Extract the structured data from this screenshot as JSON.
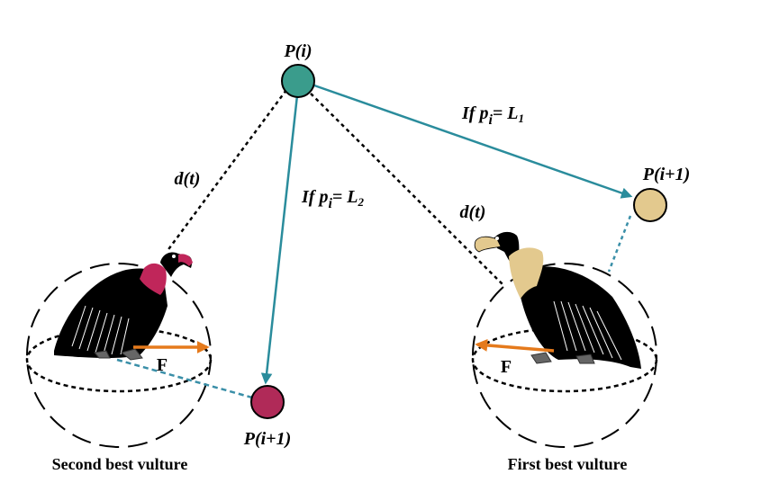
{
  "diagram": {
    "title": "African vulture position update diagram",
    "colors": {
      "teal": "#2a8c9c",
      "node_current": "#3a9c8c",
      "node_next_first": "#e3c98e",
      "node_next_second": "#b02a58",
      "force_arrow": "#e57a1c",
      "dotted_line": "#000000",
      "link_dashed": "#3a8fa8"
    },
    "nodes": {
      "current": {
        "label": "P(i)"
      },
      "next_first": {
        "label": "P(i+1)"
      },
      "next_second": {
        "label": "P(i+1)"
      }
    },
    "edges": {
      "to_first": {
        "prefix": "If p",
        "sub": "i",
        "rel": "= L",
        "rel_sub": "1"
      },
      "to_second": {
        "prefix": "If p",
        "sub": "i",
        "rel": "= L",
        "rel_sub": "2"
      }
    },
    "distances": {
      "left": "d(t)",
      "right": "d(t)"
    },
    "vultures": {
      "second": {
        "caption": "Second best vulture",
        "force_label": "F",
        "neck_color": "#c0265a"
      },
      "first": {
        "caption": "First best vulture",
        "force_label": "F",
        "neck_color": "#e3c98e"
      }
    }
  }
}
